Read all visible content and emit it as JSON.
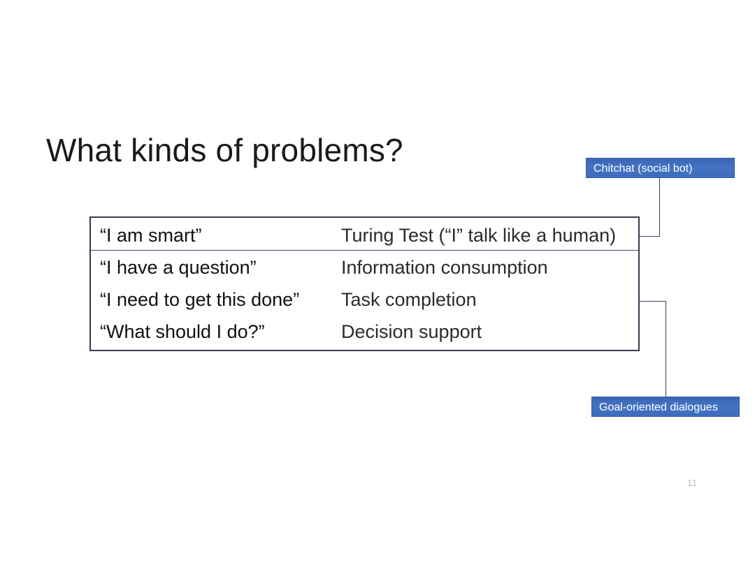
{
  "slide": {
    "title": "What kinds of problems?",
    "page_number": "11",
    "background_color": "#ffffff"
  },
  "table": {
    "border_color": "#3a3a52",
    "rows": [
      {
        "utterance": "“I am smart”",
        "category": "Turing Test (“I” talk like a human)"
      },
      {
        "utterance": "“I have a question”",
        "category": "Information consumption"
      },
      {
        "utterance": "“I need to get this done”",
        "category": "Task completion"
      },
      {
        "utterance": "“What should I do?”",
        "category": "Decision support"
      }
    ]
  },
  "callouts": [
    {
      "label": "Chitchat (social bot)",
      "color": "#4472C4"
    },
    {
      "label": "Goal-oriented dialogues",
      "color": "#4472C4"
    }
  ]
}
